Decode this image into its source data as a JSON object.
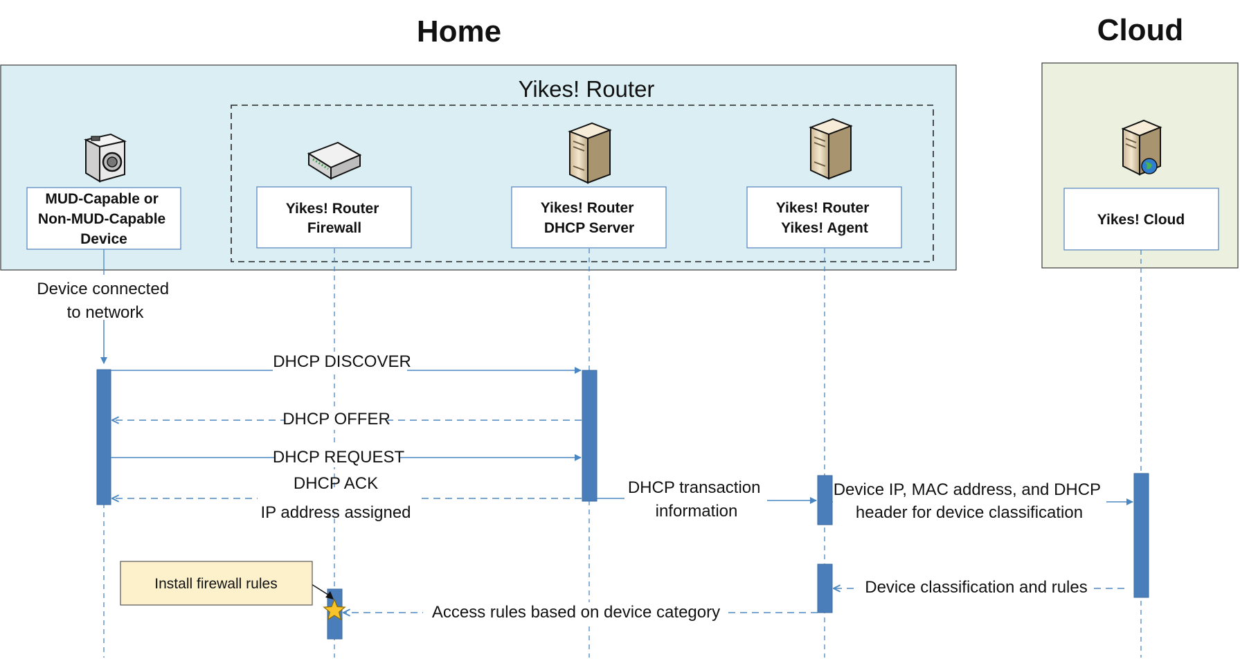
{
  "headers": {
    "home": "Home",
    "cloud": "Cloud"
  },
  "router_group_title": "Yikes! Router",
  "participants": {
    "device": {
      "lines": [
        "MUD-Capable or",
        "Non-MUD-Capable",
        "Device"
      ],
      "icon": "camera-icon"
    },
    "firewall": {
      "lines": [
        "Yikes! Router",
        "Firewall"
      ],
      "icon": "router-icon"
    },
    "dhcp": {
      "lines": [
        "Yikes! Router",
        "DHCP Server"
      ],
      "icon": "server-icon"
    },
    "agent": {
      "lines": [
        "Yikes! Router",
        "Yikes! Agent"
      ],
      "icon": "server-icon"
    },
    "cloud": {
      "lines": [
        "Yikes! Cloud"
      ],
      "icon": "cloud-server-icon"
    }
  },
  "messages": {
    "connected": [
      "Device connected",
      "to network"
    ],
    "discover": "DHCP DISCOVER",
    "offer": "DHCP OFFER",
    "request": "DHCP REQUEST",
    "ack": "DHCP ACK",
    "ip_assigned": "IP address assigned",
    "transaction": [
      "DHCP transaction",
      "information"
    ],
    "device_info": [
      "Device IP, MAC address, and DHCP",
      "header for device classification"
    ],
    "classification": "Device classification and rules",
    "access_rules": "Access rules based on device category"
  },
  "note": "Install firewall rules",
  "colors": {
    "home_bg": "#daeef3",
    "cloud_bg": "#ebf1de",
    "box_border": "#4f81bd",
    "line": "#4a86c1",
    "activation": "#4a7ebb",
    "note_bg": "#fdf1cc"
  }
}
